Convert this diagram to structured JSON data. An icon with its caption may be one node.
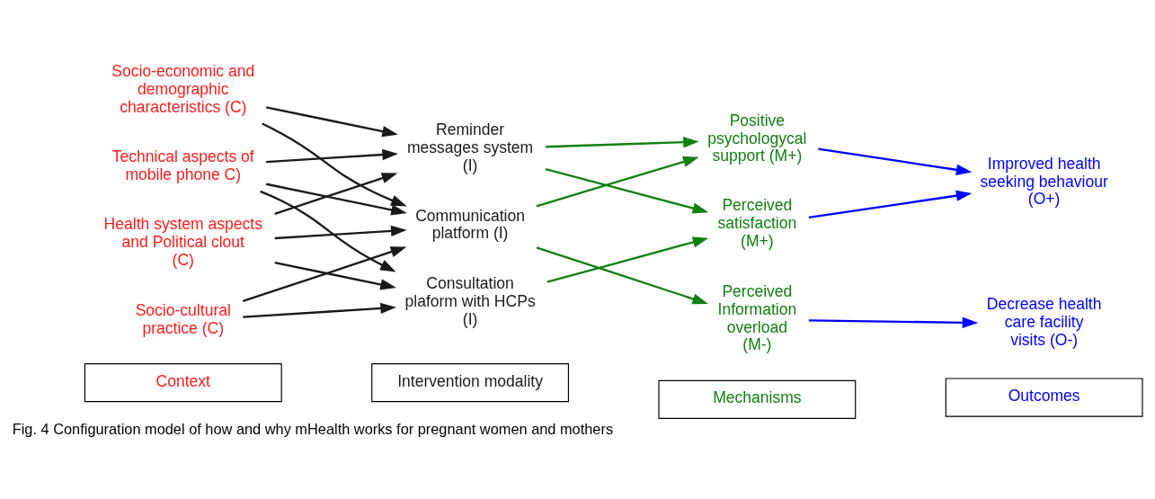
{
  "diagram": {
    "caption": "Fig. 4 Configuration model of how and why mHealth works for pregnant women and mothers",
    "nodes": [
      {
        "text": [
          "Socio-cultural practice (C)"
        ]
      },
      {
        "text": [
          "Socio-economic and demographic characteristics (C)"
        ]
      },
      {
        "text": [
          "Health system aspects and Political clout (C)"
        ]
      },
      {
        "text": [
          "Technical aspects of mobile phone C)"
        ]
      },
      {
        "text": [
          "Reminder messages system (I)"
        ]
      },
      {
        "text": [
          "Communication platform (I)"
        ]
      },
      {
        "text": [
          "Consultation plaform with HCPs (I)"
        ]
      },
      {
        "text": [
          "Positive psychologycal support (M+)"
        ]
      },
      {
        "text": [
          "Perceived satisfaction (M+)"
        ]
      },
      {
        "text": [
          "Perceived Information overload (M-)"
        ]
      },
      {
        "text": [
          "Improved health seeking behaviour (O+)"
        ]
      },
      {
        "text": [
          "Decrease health care facility visits (O-)"
        ]
      },
      {
        "text": [
          "Context"
        ]
      },
      {
        "text": [
          "Intervention modality"
        ]
      },
      {
        "text": [
          "Mechanisms"
        ]
      },
      {
        "text": [
          "Outcomes"
        ]
      }
    ],
    "edges": [
      {
        "from": 0,
        "to": 5,
        "arrow": "to"
      },
      {
        "from": 0,
        "to": 6,
        "arrow": "to"
      },
      {
        "from": 1,
        "to": 4,
        "arrow": "to"
      },
      {
        "from": 1,
        "to": 5,
        "arrow": "to"
      },
      {
        "from": 2,
        "to": 4,
        "arrow": "to"
      },
      {
        "from": 2,
        "to": 5,
        "arrow": "to"
      },
      {
        "from": 2,
        "to": 6,
        "arrow": "to"
      },
      {
        "from": 3,
        "to": 4,
        "arrow": "to"
      },
      {
        "from": 3,
        "to": 5,
        "arrow": "to"
      },
      {
        "from": 3,
        "to": 6,
        "arrow": "to"
      },
      {
        "from": 4,
        "to": 7,
        "arrow": "to",
        "color": "#118011"
      },
      {
        "from": 4,
        "to": 8,
        "arrow": "to",
        "color": "#118011"
      },
      {
        "from": 5,
        "to": 7,
        "arrow": "to",
        "color": "#118011"
      },
      {
        "from": 5,
        "to": 9,
        "arrow": "to",
        "color": "#118011"
      },
      {
        "from": 6,
        "to": 8,
        "arrow": "to",
        "color": "#118011"
      },
      {
        "from": 7,
        "to": 10,
        "arrow": "to",
        "color": "#0000ff"
      },
      {
        "from": 8,
        "to": 10,
        "arrow": "to",
        "color": "#0000ff"
      },
      {
        "from": 9,
        "to": 11,
        "arrow": "to",
        "color": "#0000ff"
      }
    ]
  }
}
